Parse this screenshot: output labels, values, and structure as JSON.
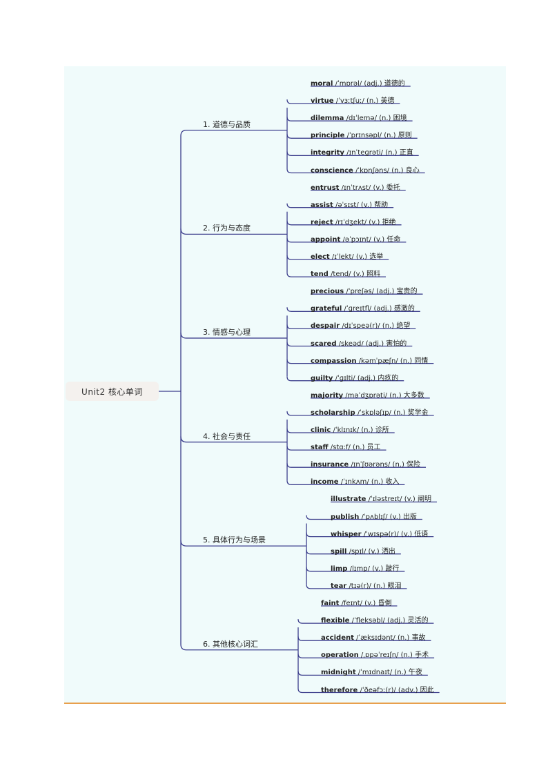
{
  "root_label": "Unit2 核心单词",
  "branches": [
    {
      "label": "1. 道德与品质",
      "words": [
        {
          "word": "moral",
          "rest": " /ˈmɒrəl/ (adj.) 道德的"
        },
        {
          "word": "virtue",
          "rest": " /ˈvɜːtʃuː/ (n.) 美德"
        },
        {
          "word": "dilemma",
          "rest": " /dɪˈlemə/ (n.) 困境"
        },
        {
          "word": "principle",
          "rest": " /ˈprɪnsəpl/ (n.) 原则"
        },
        {
          "word": "integrity",
          "rest": " /ɪnˈteɡrəti/ (n.) 正直"
        },
        {
          "word": "conscience",
          "rest": " /ˈkɒnʃəns/ (n.) 良心"
        }
      ]
    },
    {
      "label": "2. 行为与态度",
      "words": [
        {
          "word": "entrust",
          "rest": " /ɪnˈtrʌst/ (v.) 委托"
        },
        {
          "word": "assist",
          "rest": " /əˈsɪst/ (v.) 帮助"
        },
        {
          "word": "reject",
          "rest": " /rɪˈdʒekt/ (v.) 拒绝"
        },
        {
          "word": "appoint",
          "rest": " /əˈpɔɪnt/ (v.) 任命"
        },
        {
          "word": "elect",
          "rest": " /ɪˈlekt/ (v.) 选举"
        },
        {
          "word": "tend",
          "rest": " /tend/ (v.) 照料"
        }
      ]
    },
    {
      "label": "3. 情感与心理",
      "words": [
        {
          "word": "precious",
          "rest": " /ˈpreʃəs/ (adj.) 宝贵的"
        },
        {
          "word": "grateful",
          "rest": " /ˈɡreɪtfl/ (adj.) 感激的"
        },
        {
          "word": "despair",
          "rest": " /dɪˈspeə(r)/ (n.) 绝望"
        },
        {
          "word": "scared",
          "rest": " /skeəd/ (adj.) 害怕的"
        },
        {
          "word": "compassion",
          "rest": " /kəmˈpæʃn/ (n.) 同情"
        },
        {
          "word": "guilty",
          "rest": " /ˈɡɪlti/ (adj.) 内疚的"
        }
      ]
    },
    {
      "label": "4. 社会与责任",
      "words": [
        {
          "word": "majority",
          "rest": " /məˈdʒɒrəti/ (n.) 大多数"
        },
        {
          "word": "scholarship",
          "rest": " /ˈskɒləʃɪp/ (n.) 奖学金"
        },
        {
          "word": "clinic",
          "rest": " /ˈklɪnɪk/ (n.) 诊所"
        },
        {
          "word": "staff",
          "rest": " /stɑːf/ (n.) 员工"
        },
        {
          "word": "insurance",
          "rest": " /ɪnˈʃʊərəns/ (n.) 保险"
        },
        {
          "word": "income",
          "rest": " /ˈɪnkʌm/ (n.) 收入"
        }
      ]
    },
    {
      "label": "5. 具体行为与场景",
      "words": [
        {
          "word": "illustrate",
          "rest": " /ˈɪləstreɪt/ (v.) 阐明"
        },
        {
          "word": "publish",
          "rest": " /ˈpʌblɪʃ/ (v.) 出版"
        },
        {
          "word": "whisper",
          "rest": " /ˈwɪspə(r)/ (v.) 低语"
        },
        {
          "word": "spill",
          "rest": " /spɪl/ (v.) 洒出"
        },
        {
          "word": "limp",
          "rest": " /lɪmp/ (v.) 跛行"
        },
        {
          "word": "tear",
          "rest": " /tɪə(r)/ (n.) 眼泪"
        }
      ]
    },
    {
      "label": "6. 其他核心词汇",
      "words": [
        {
          "word": "faint",
          "rest": " /feɪnt/ (v.) 昏倒"
        },
        {
          "word": "flexible",
          "rest": " /ˈfleksəbl/ (adj.) 灵活的"
        },
        {
          "word": "accident",
          "rest": " /ˈæksɪdənt/ (n.) 事故"
        },
        {
          "word": "operation",
          "rest": " /ˌɒpəˈreɪʃn/ (n.) 手术"
        },
        {
          "word": "midnight",
          "rest": " /ˈmɪdnaɪt/ (n.) 午夜"
        },
        {
          "word": "therefore",
          "rest": " /ˈðeəfɔː(r)/ (adv.) 因此"
        }
      ]
    }
  ],
  "colors": {
    "line": "#3c3e8c",
    "background": "#f0fbfb",
    "bottom_rule": "#e8a04c"
  }
}
